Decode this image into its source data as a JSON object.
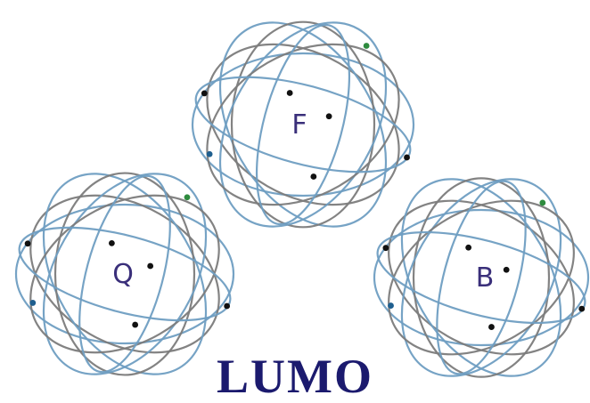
{
  "logo": {
    "wordmark": "LUMO",
    "atoms": [
      {
        "letter": "Q"
      },
      {
        "letter": "F"
      },
      {
        "letter": "B"
      }
    ]
  },
  "colors": {
    "orbit_blue": "#6f9ec2",
    "orbit_gray": "#7c7c7c",
    "electron_dark": "#111111",
    "electron_green": "#2e8b3e",
    "electron_blue": "#1f5f8f",
    "letter": "#3a2f7a",
    "wordmark": "#1b1a6e",
    "background": "#ffffff"
  }
}
